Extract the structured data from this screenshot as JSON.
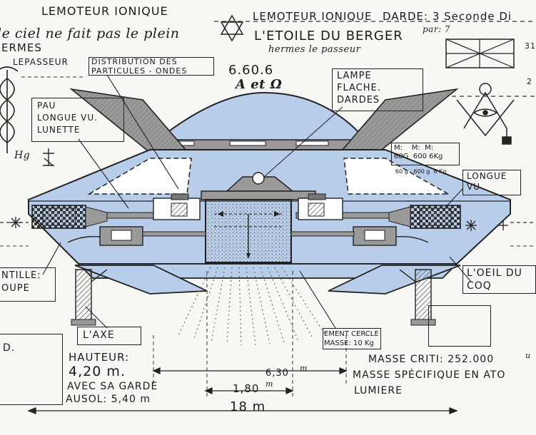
{
  "header": {
    "title_left": "LEMOTEUR IONIQUE",
    "title_center": "LEMOTEUR IONIQUE",
    "dardes_label": "DARDE: 3 Seconde Di",
    "dardes_sub": "par: 7",
    "subtitle": "L'ETOILE DU BERGER",
    "signature": "hermes le passeur",
    "phrase": "le ciel ne fait pas le plein",
    "hermes": "ERMES",
    "passeur": "LEPASSEUR",
    "code": "6.60.6",
    "alpha_omega": "A et Ω",
    "edge_num_1": "31",
    "edge_num_2": "2"
  },
  "labels": {
    "distribution": [
      "DISTRIBUTION DES",
      "PARTICULES - ONDES"
    ],
    "pau": [
      "PAU",
      "LONGUE VU.",
      "LUNETTE"
    ],
    "lampe": [
      "LAMPE",
      "FLACHE.",
      "DARDES"
    ],
    "masses": [
      "M:",
      "M:",
      "M:"
    ],
    "masses_values": [
      "60G",
      "600",
      "6Kg"
    ],
    "masses_lower": [
      "60 g",
      "600 g",
      "6 Kg"
    ],
    "longue_vu": [
      "LONGUE",
      "VU"
    ],
    "lentille": [
      "NTILLE:",
      "OUPE"
    ],
    "oeil": [
      "L'OEIL DU",
      "COQ"
    ],
    "axe": "L'AXE",
    "element": [
      "EMENT CERCLE",
      "MASSE: 10 Kg"
    ],
    "d_box": "D.",
    "hg": "Hg"
  },
  "dimensions": {
    "hauteur_label": "HAUTEUR:",
    "hauteur_value": "4,20 m.",
    "garde_label": "AVEC SA GARDE",
    "garde_value": "AUSOL: 5,40 m",
    "width_630": "6,30",
    "width_630_unit": "m",
    "width_180": "1,80",
    "width_180_unit": "m",
    "width_18": "18 m",
    "masse_critique": "MASSE CRITI: 252.000",
    "masse_critique_unit": "u",
    "masse_specifique": "MASSE SPÉCIFIQUE EN ATO",
    "lumiere": "LUMIERE"
  },
  "colors": {
    "blue": "#b8cde9",
    "grey": "#9a9a9a",
    "ink": "#1b1b1b",
    "paper": "#f7f7f4"
  }
}
